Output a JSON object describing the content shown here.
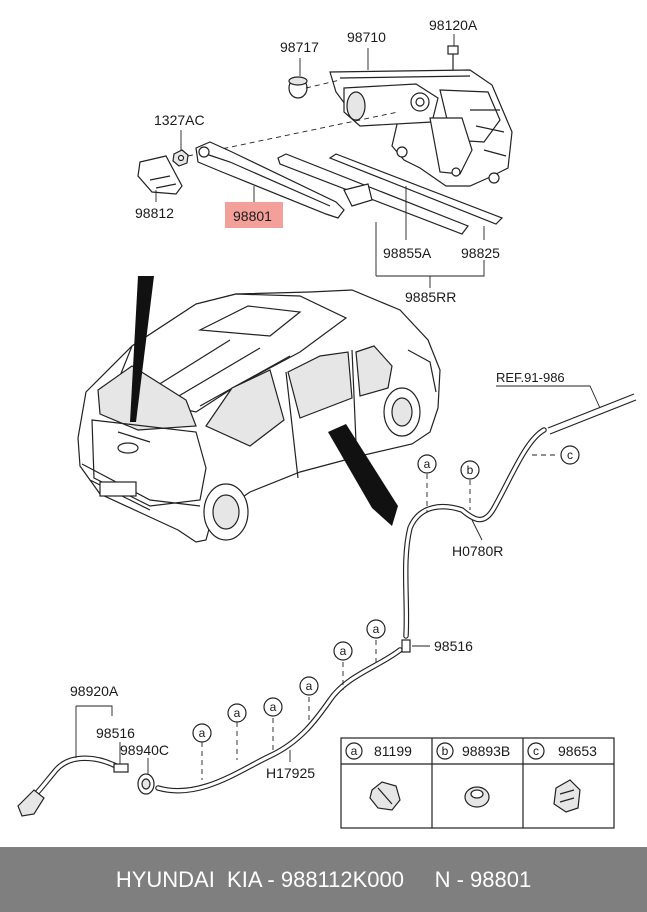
{
  "labels": {
    "p98717": "98717",
    "p98710": "98710",
    "p98120A": "98120A",
    "p1327AC": "1327AC",
    "p98812": "98812",
    "p98801": "98801",
    "p98855A": "98855A",
    "p98825": "98825",
    "p9885RR": "9885RR",
    "ref": "REF.91-986",
    "h0780r": "H0780R",
    "p98516_top": "98516",
    "p98920A": "98920A",
    "p98516_left": "98516",
    "p98940C": "98940C",
    "h17925": "H17925"
  },
  "callouts": {
    "a": "a",
    "b": "b",
    "c": "c"
  },
  "legend": {
    "a_letter": "a",
    "a_part": "81199",
    "b_letter": "b",
    "b_part": "98893B",
    "c_letter": "c",
    "c_part": "98653"
  },
  "highlight_color": "#f4a09a",
  "footer": {
    "text": "HYUNDAI  KIA - 988112K000     N - 98801"
  }
}
